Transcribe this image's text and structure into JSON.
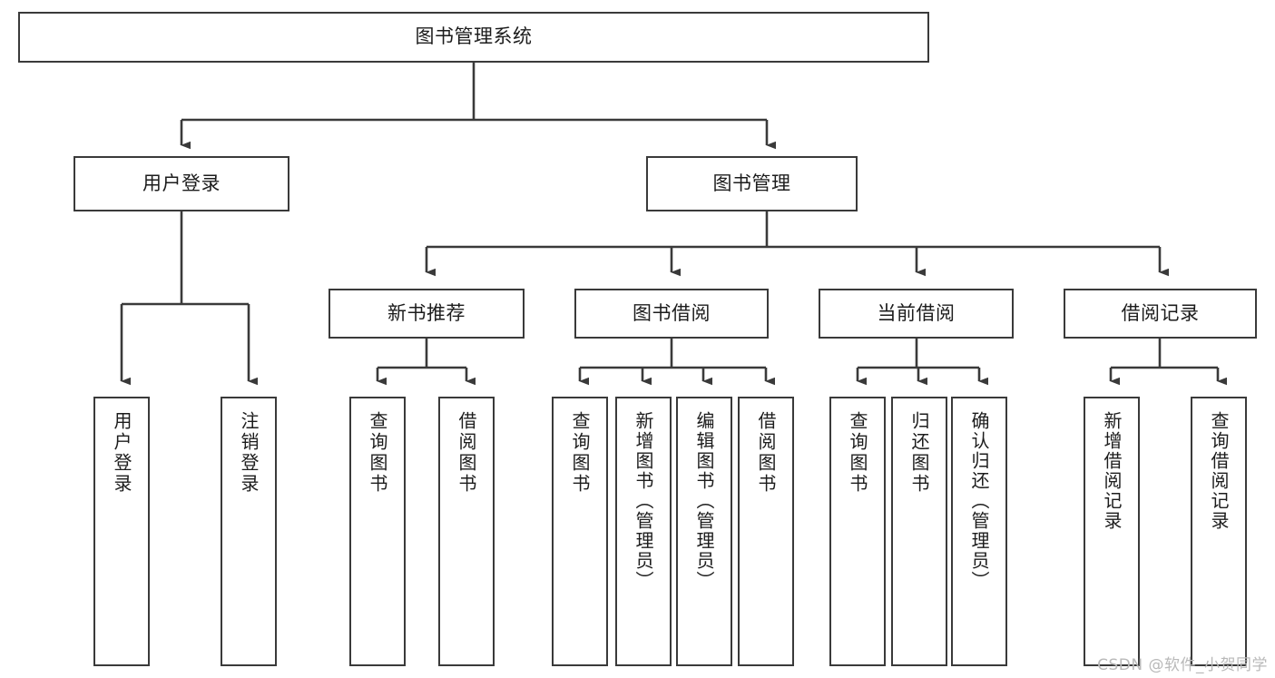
{
  "diagram": {
    "title": "图书管理系统",
    "type": "tree-hierarchy-diagram",
    "stroke_color": "#3a3a3a",
    "fill_color": "#ffffff",
    "text_color": "#1c1c1c"
  },
  "root": {
    "label": "图书管理系统"
  },
  "level2": [
    {
      "label": "用户登录"
    },
    {
      "label": "图书管理"
    }
  ],
  "level3": [
    {
      "label": "新书推荐"
    },
    {
      "label": "图书借阅"
    },
    {
      "label": "当前借阅"
    },
    {
      "label": "借阅记录"
    }
  ],
  "leaves": {
    "user_login": [
      {
        "label": "用户登录"
      },
      {
        "label": "注销登录"
      }
    ],
    "new_book_recommend": [
      {
        "label": "查询图书"
      },
      {
        "label": "借阅图书"
      }
    ],
    "book_borrow": [
      {
        "label": "查询图书"
      },
      {
        "label": "新增图书（管理员）"
      },
      {
        "label": "编辑图书（管理员）"
      },
      {
        "label": "借阅图书"
      }
    ],
    "current_borrow": [
      {
        "label": "查询图书"
      },
      {
        "label": "归还图书"
      },
      {
        "label": "确认归还（管理员）"
      }
    ],
    "borrow_records": [
      {
        "label": "新增借阅记录"
      },
      {
        "label": "查询借阅记录"
      }
    ]
  },
  "watermark": {
    "text": "CSDN @软件_小贺同学"
  }
}
